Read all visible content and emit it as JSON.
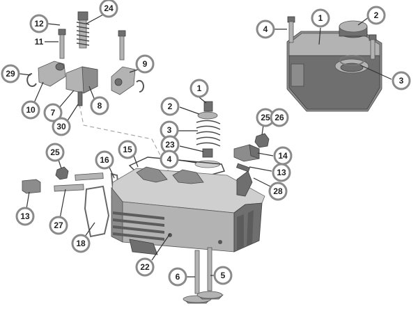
{
  "callouts": [
    {
      "id": "c-1-cover",
      "label": "1"
    },
    {
      "id": "c-2-cap",
      "label": "2"
    },
    {
      "id": "c-3-oring",
      "label": "3"
    },
    {
      "id": "c-4-bolt",
      "label": "4"
    },
    {
      "id": "c-12",
      "label": "12"
    },
    {
      "id": "c-24",
      "label": "24"
    },
    {
      "id": "c-29",
      "label": "29"
    },
    {
      "id": "c-9",
      "label": "9"
    },
    {
      "id": "c-10",
      "label": "10"
    },
    {
      "id": "c-7",
      "label": "7"
    },
    {
      "id": "c-8",
      "label": "8"
    },
    {
      "id": "c-30",
      "label": "30"
    },
    {
      "id": "c-1-valve",
      "label": "1"
    },
    {
      "id": "c-2-valve",
      "label": "2"
    },
    {
      "id": "c-3-spring",
      "label": "3"
    },
    {
      "id": "c-23",
      "label": "23"
    },
    {
      "id": "c-4-seat",
      "label": "4"
    },
    {
      "id": "c-25-right",
      "label": "25"
    },
    {
      "id": "c-26",
      "label": "26"
    },
    {
      "id": "c-14",
      "label": "14"
    },
    {
      "id": "c-13-right",
      "label": "13"
    },
    {
      "id": "c-28",
      "label": "28"
    },
    {
      "id": "c-25-left",
      "label": "25"
    },
    {
      "id": "c-16",
      "label": "16"
    },
    {
      "id": "c-15",
      "label": "15"
    },
    {
      "id": "c-13-left",
      "label": "13"
    },
    {
      "id": "c-27",
      "label": "27"
    },
    {
      "id": "c-18",
      "label": "18"
    },
    {
      "id": "c-22",
      "label": "22"
    },
    {
      "id": "c-6",
      "label": "6"
    },
    {
      "id": "c-5",
      "label": "5"
    }
  ],
  "plain_labels": [
    {
      "id": "l-11",
      "label": "11"
    }
  ],
  "colors": {
    "callout_ring": "#8a8a8a",
    "part_dark": "#6f6f6f",
    "part_light": "#b3b3b3",
    "leader": "#333333"
  }
}
